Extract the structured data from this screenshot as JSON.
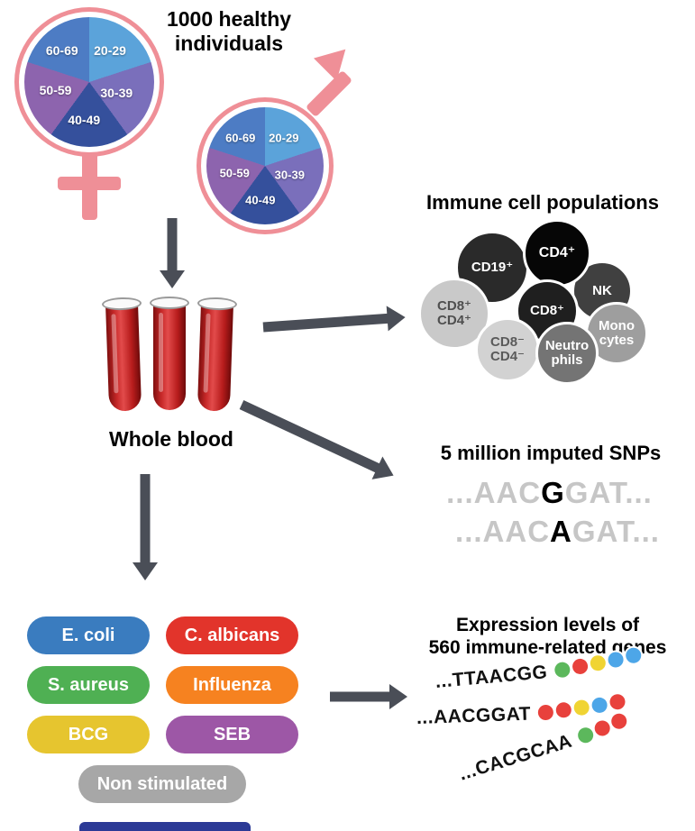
{
  "cohort": {
    "title": "1000 healthy\nindividuals",
    "female_icon": "venus-female-symbol",
    "male_icon": "mars-male-symbol",
    "symbol_color": "#ef8f97",
    "age_groups": [
      "20-29",
      "30-39",
      "40-49",
      "50-59",
      "60-69"
    ],
    "pie_colors": [
      "#5ba3da",
      "#7a6fbb",
      "#35509c",
      "#8d64ae",
      "#4d7cc4"
    ]
  },
  "whole_blood": {
    "label": "Whole blood",
    "tube_color": "#b71c1c"
  },
  "immune_cells": {
    "title": "Immune cell populations",
    "cells": [
      {
        "label": "CD19⁺",
        "bg": "#2a2a2a",
        "fg": "#ffffff"
      },
      {
        "label": "CD4⁺",
        "bg": "#060606",
        "fg": "#ffffff"
      },
      {
        "label": "NK",
        "bg": "#404040",
        "fg": "#ffffff"
      },
      {
        "label": "CD8⁺",
        "bg": "#1f1f1f",
        "fg": "#ffffff"
      },
      {
        "label": "CD8⁺\nCD4⁺",
        "bg": "#c9c9c9",
        "fg": "#4f4f4f"
      },
      {
        "label": "CD8⁻\nCD4⁻",
        "bg": "#d2d2d2",
        "fg": "#5a5a5a"
      },
      {
        "label": "Neutro\nphils",
        "bg": "#747474",
        "fg": "#ffffff"
      },
      {
        "label": "Mono\ncytes",
        "bg": "#9e9e9e",
        "fg": "#ffffff"
      }
    ]
  },
  "snps": {
    "title": "5 million imputed SNPs",
    "reads": [
      {
        "prefix": "...AAC",
        "variant": "G",
        "suffix": "GAT..."
      },
      {
        "prefix": "...AAC",
        "variant": "A",
        "suffix": "GAT..."
      }
    ]
  },
  "stimulations": {
    "items": [
      {
        "label": "E. coli",
        "color": "#3a7cbf"
      },
      {
        "label": "C. albicans",
        "color": "#e2342b"
      },
      {
        "label": "S. aureus",
        "color": "#4fb053"
      },
      {
        "label": "Influenza",
        "color": "#f68220"
      },
      {
        "label": "BCG",
        "color": "#e6c52f"
      },
      {
        "label": "SEB",
        "color": "#9d57a6"
      },
      {
        "label": "Non stimulated",
        "color": "#a7a7a7"
      }
    ]
  },
  "expression": {
    "title": "Expression levels of\n560 immune-related genes",
    "reads": [
      {
        "sequence": "...TTAACGG",
        "beads": [
          "#5cb85c",
          "#e8413c",
          "#f0d433",
          "#4da6e8",
          "#4da6e8"
        ]
      },
      {
        "sequence": "...AACGGAT",
        "beads": [
          "#e8413c",
          "#e8413c",
          "#f0d433",
          "#4da6e8",
          "#e8413c"
        ]
      },
      {
        "sequence": "...CACGCAA",
        "beads": [
          "#5cb85c",
          "#e8413c",
          "#e8413c"
        ]
      }
    ]
  },
  "misc": {
    "arrow_color": "#4a4e57",
    "cutoff_color": "#2c3a96"
  }
}
